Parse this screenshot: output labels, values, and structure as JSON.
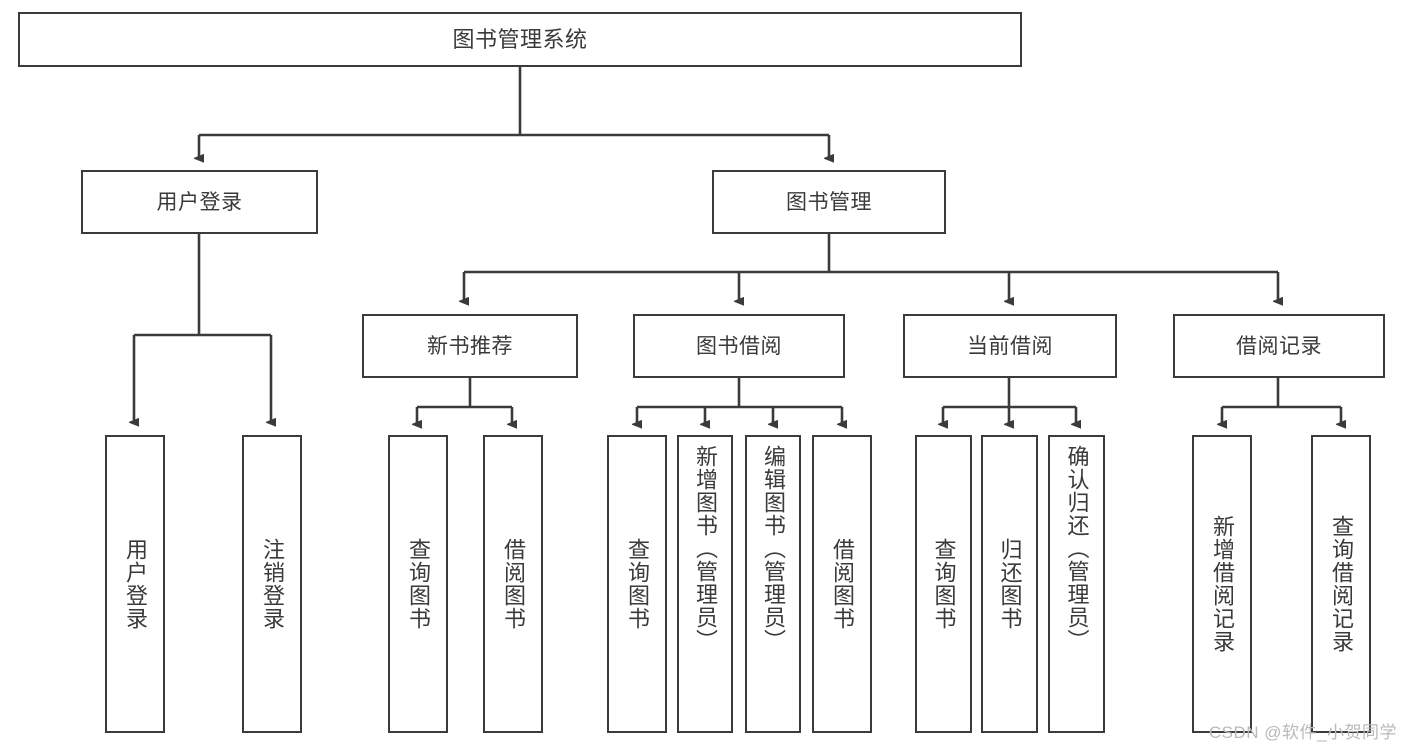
{
  "diagram": {
    "type": "tree",
    "title": "图书管理系统",
    "watermark": "CSDN @软件_小贺同学",
    "colors": {
      "box_border": "#3b3b3b",
      "box_fill": "#ffffff",
      "connector": "#3b3b3b",
      "text": "#3a3a3a",
      "watermark": "#b9b9b9",
      "background": "#ffffff"
    },
    "root": {
      "label": "图书管理系统"
    },
    "level1": [
      {
        "label": "用户登录"
      },
      {
        "label": "图书管理"
      }
    ],
    "level2": [
      {
        "label": "新书推荐"
      },
      {
        "label": "图书借阅"
      },
      {
        "label": "当前借阅"
      },
      {
        "label": "借阅记录"
      }
    ],
    "leaves": {
      "user_login": [
        {
          "label": "用户登录"
        },
        {
          "label": "注销登录"
        }
      ],
      "new_book_recommend": [
        {
          "label": "查询图书"
        },
        {
          "label": "借阅图书"
        }
      ],
      "book_borrow": [
        {
          "label": "查询图书"
        },
        {
          "label": "新增图书（管理员）"
        },
        {
          "label": "编辑图书（管理员）"
        },
        {
          "label": "借阅图书"
        }
      ],
      "current_borrow": [
        {
          "label": "查询图书"
        },
        {
          "label": "归还图书"
        },
        {
          "label": "确认归还（管理员）"
        }
      ],
      "borrow_record": [
        {
          "label": "新增借阅记录"
        },
        {
          "label": "查询借阅记录"
        }
      ]
    }
  }
}
